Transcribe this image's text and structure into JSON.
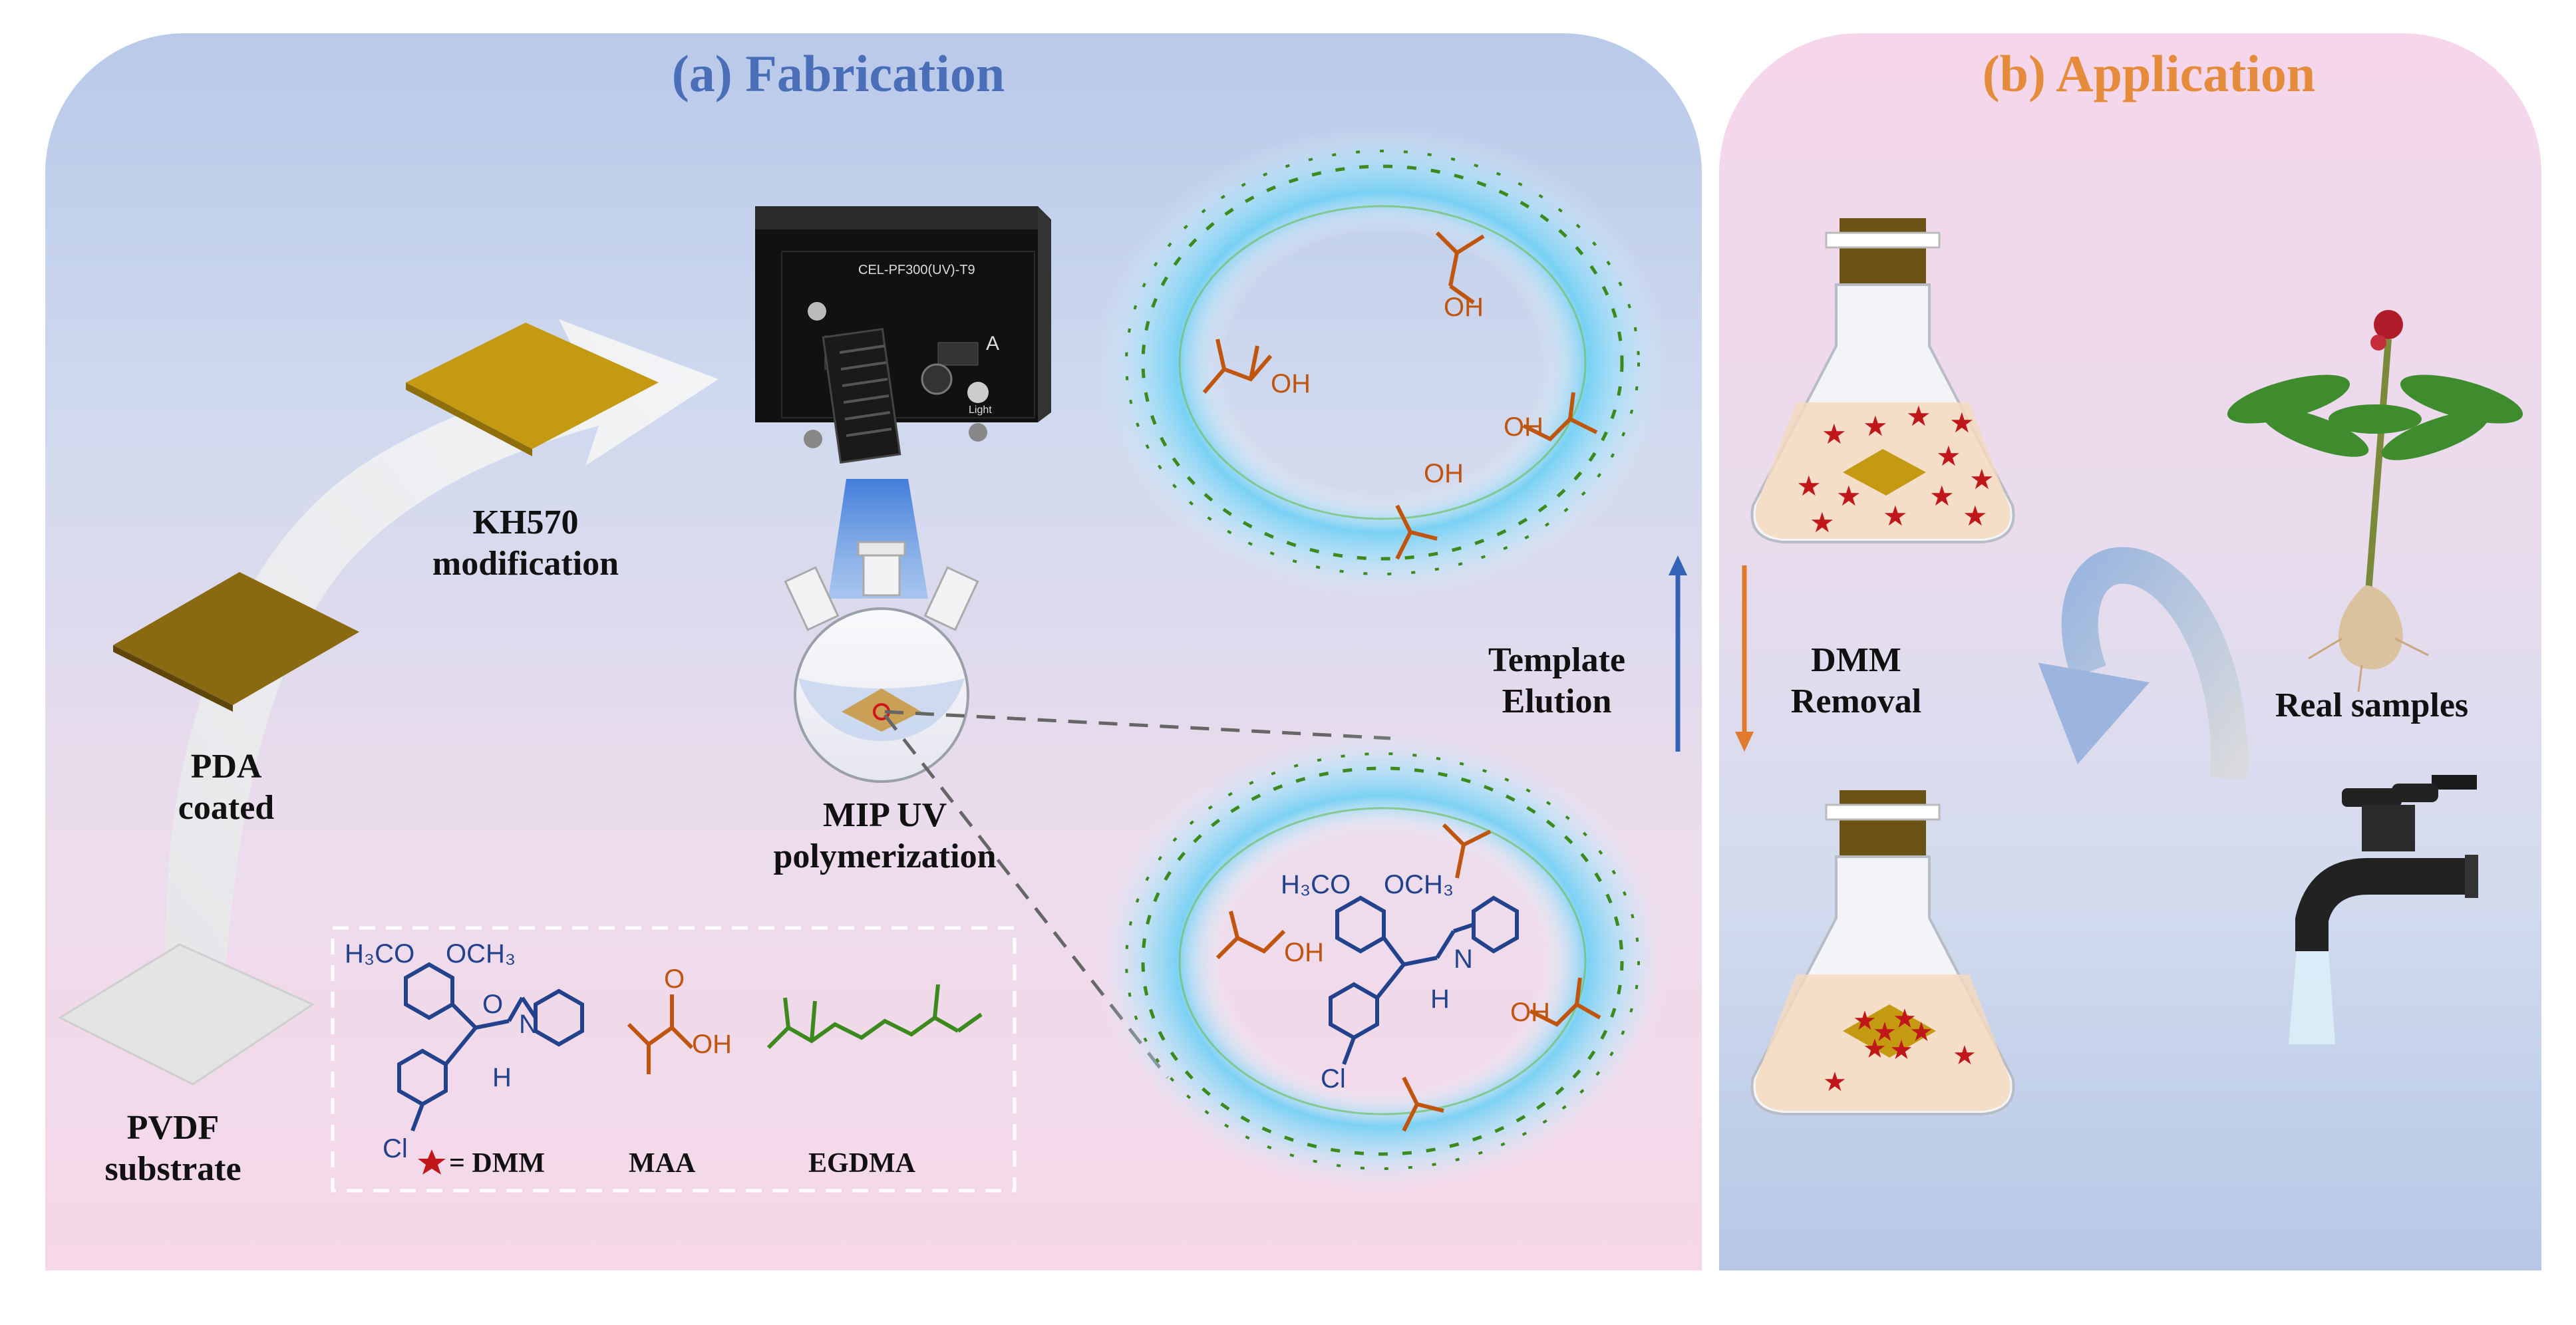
{
  "panel_a": {
    "title": "(a) Fabrication",
    "title_color": "#4a6fb8",
    "labels": {
      "kh570": [
        "KH570",
        "modification"
      ],
      "pda": [
        "PDA",
        "coated"
      ],
      "pvdf": [
        "PVDF",
        "substrate"
      ],
      "mip": [
        "MIP UV",
        "polymerization"
      ],
      "elution": [
        "Template",
        "Elution"
      ]
    },
    "device_text": {
      "model": "CEL-PF300(UV)-T9",
      "knob": "Light",
      "unit": "A"
    },
    "legend": {
      "dmm": "= DMM",
      "maa": "MAA",
      "egdma": "EGDMA",
      "h3co": "H₃CO",
      "och3": "OCH₃",
      "h3c_o": "H₃C–O",
      "o_ch3": "OCH₃",
      "h": "H",
      "n": "N",
      "o": "O",
      "oh": "OH",
      "cl": "Cl"
    }
  },
  "panel_b": {
    "title": "(b) Application",
    "title_color": "#e58b3c",
    "labels": {
      "removal": [
        "DMM",
        "Removal"
      ],
      "real": "Real samples"
    }
  },
  "colors": {
    "dmm_structure": "#23428c",
    "maa": "#c0550f",
    "egdma": "#3c8a1e",
    "star": "#c0181a",
    "film": "#b38a0d"
  }
}
